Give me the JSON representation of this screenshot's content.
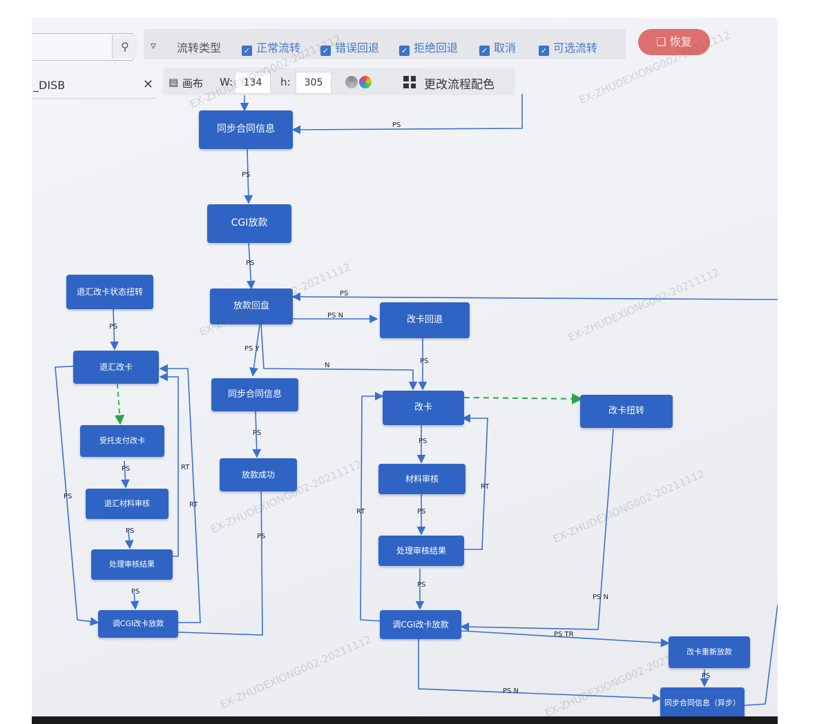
{
  "toolbar": {
    "filter_label": "流转类型",
    "filters": [
      {
        "label": "正常流转",
        "checked": true
      },
      {
        "label": "错误回退",
        "checked": true
      },
      {
        "label": "拒绝回退",
        "checked": true
      },
      {
        "label": "取消",
        "checked": true
      },
      {
        "label": "可选流转",
        "checked": true
      }
    ],
    "restore_label": "恢复",
    "tab_label": "_DISB",
    "canvas_label": "画布",
    "w_label": "W:",
    "w_value": "134",
    "h_label": "h:",
    "h_value": "305",
    "recolor_label": "更改流程配色"
  },
  "watermark": "EX-ZHUDEXIONG002-20211112",
  "diagram": {
    "nodes": {
      "sync_top": "同步合同信息",
      "cgi_loan": "CGI放款",
      "loan_return": "放款回盘",
      "card_return": "改卡回退",
      "sync_mid": "同步合同信息",
      "loan_success": "放款成功",
      "refund_status": "退汇改卡状态扭转",
      "refund_card": "退汇改卡",
      "entrust_card": "受托支付改卡",
      "refund_review": "退汇材料审核",
      "left_result": "处理审核结果",
      "left_cgi": "调CGI改卡放款",
      "change_card": "改卡",
      "card_transfer": "改卡扭转",
      "material_review": "材料审核",
      "mid_result": "处理审核结果",
      "mid_cgi": "调CGI改卡放款",
      "reloan": "改卡重新放款",
      "sync_async": "同步合同信息（异步）"
    },
    "edges": {
      "ps": "PS",
      "ps_n": "PS N",
      "ps_y": "PS Y",
      "n": "N",
      "rt": "RT",
      "ps_tr": "PS TR"
    }
  }
}
